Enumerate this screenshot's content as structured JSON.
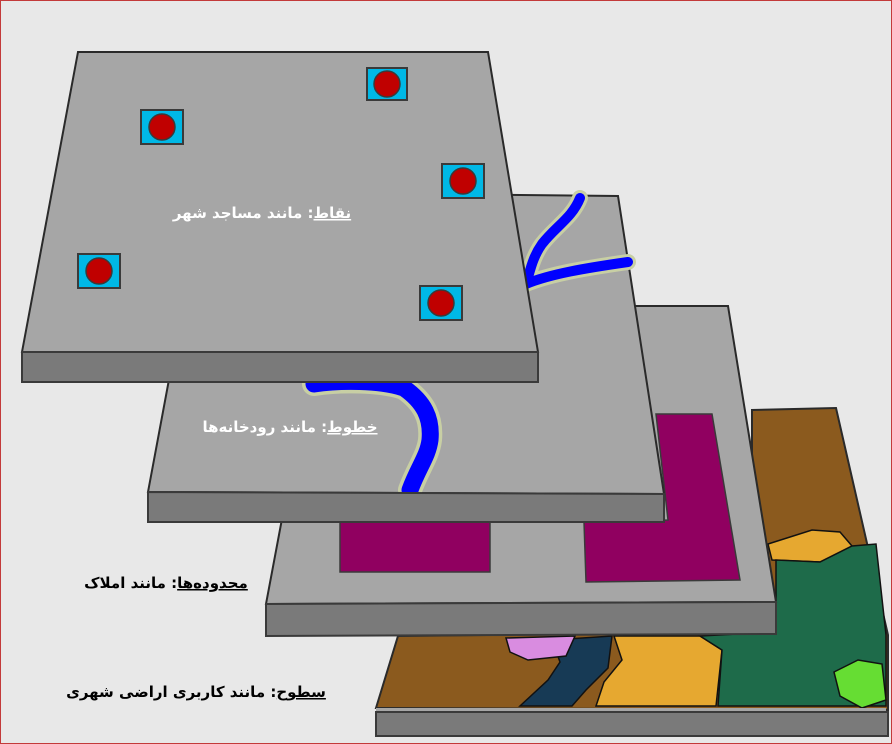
{
  "layers": [
    {
      "id": "points",
      "term": "نقاط",
      "rest": ": مانند مساجد شهر"
    },
    {
      "id": "lines",
      "term": "خطوط",
      "rest": ": مانند رودخانه‌ها"
    },
    {
      "id": "areas",
      "term": "محدوده‌ها",
      "rest": ": مانند املاک"
    },
    {
      "id": "surfaces",
      "term": "سطوح",
      "rest": ": مانند کاربری اراضی شهری"
    }
  ],
  "colors": {
    "slab_top": "#a6a6a6",
    "slab_side": "#7a7a7a",
    "slab_edge": "#3a3a3a",
    "river": "#0000ff",
    "river_bank": "#c8cfa4",
    "parcel": "#900060",
    "point_outer": "#00b8e6",
    "point_inner": "#c00000",
    "landuse_brown": "#8b5a1e",
    "landuse_orange": "#e6a830",
    "landuse_green": "#1e6b4a",
    "landuse_navy": "#173a55",
    "landuse_pink": "#d98ce0",
    "landuse_lime": "#66dd33"
  }
}
